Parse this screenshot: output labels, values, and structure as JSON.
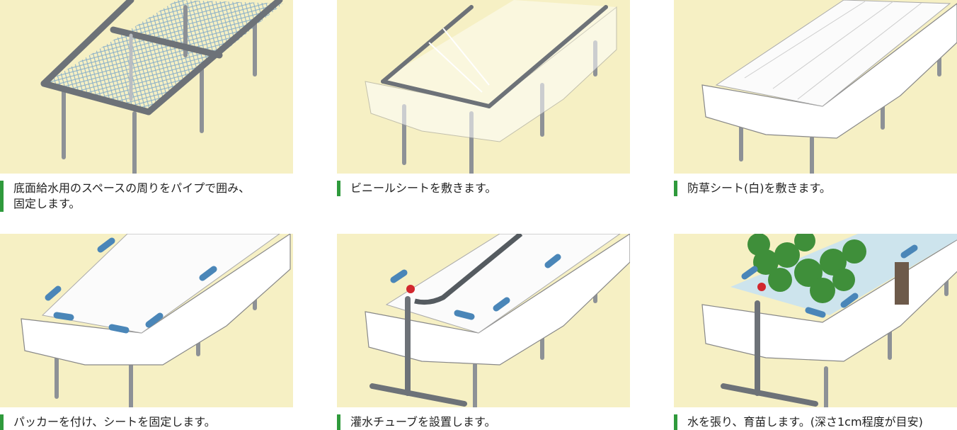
{
  "steps": [
    {
      "caption": "底面給水用のスペースの周りをパイプで囲み、\n固定します。",
      "illustration": "pipe-frame-with-net"
    },
    {
      "caption": "ビニールシートを敷きます。",
      "illustration": "clear-vinyl-sheet"
    },
    {
      "caption": "防草シート(白)を敷きます。",
      "illustration": "white-weed-sheet"
    },
    {
      "caption": "パッカーを付け、シートを固定します。",
      "illustration": "sheet-with-clips"
    },
    {
      "caption": "灌水チューブを設置します。",
      "illustration": "irrigation-tube-valve"
    },
    {
      "caption": "水を張り、育苗します。(深さ1cm程度が目安)",
      "illustration": "water-with-seedlings"
    }
  ],
  "colors": {
    "panel_bg": "#f6f0c4",
    "accent_bar": "#2f9a3c",
    "pipe": "#8d9196",
    "clip": "#4a86b8",
    "valve": "#d2272e",
    "plant": "#3f8f3a"
  }
}
